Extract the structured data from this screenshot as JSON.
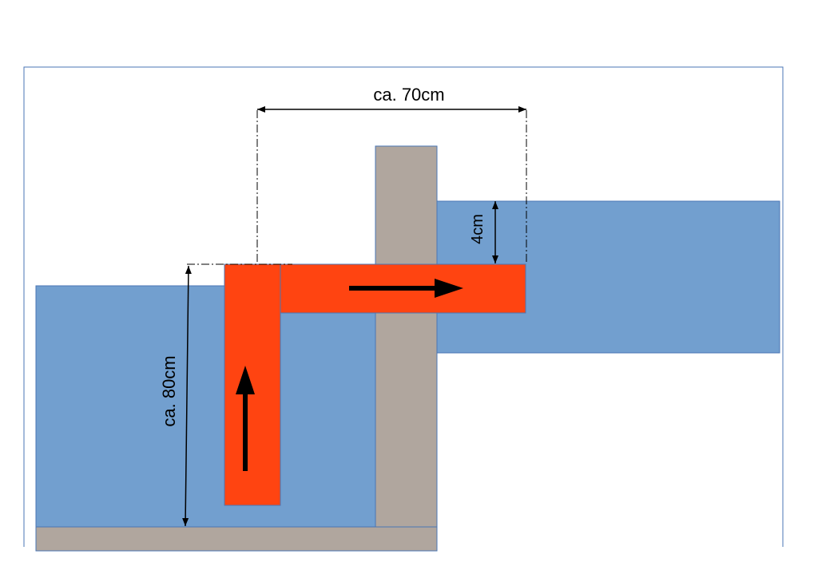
{
  "labels": {
    "width": "ca. 70cm",
    "height": "ca. 80cm",
    "gap": "4cm"
  },
  "colors": {
    "water": "#729fcf",
    "wall": "#b0a69e",
    "pipe": "#ff4411",
    "outline": "#4a76b4",
    "arrow": "#000000"
  }
}
